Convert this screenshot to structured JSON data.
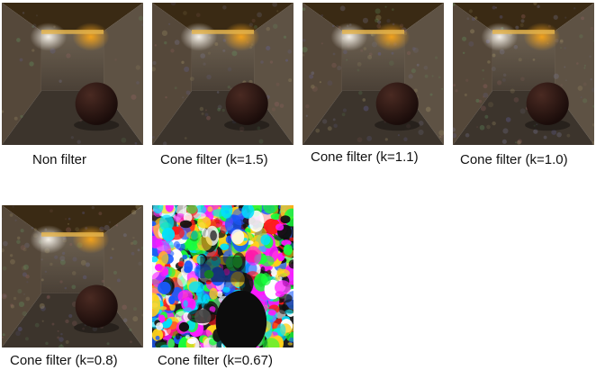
{
  "panels": [
    {
      "caption": "Non filter",
      "variant": "smooth",
      "noise": 0.15
    },
    {
      "caption": "Cone filter (k=1.5)",
      "variant": "smooth",
      "noise": 0.35
    },
    {
      "caption": "Cone filter (k=1.1)",
      "variant": "smooth",
      "noise": 0.45
    },
    {
      "caption": "Cone filter (k=1.0)",
      "variant": "smooth",
      "noise": 0.5
    },
    {
      "caption": "Cone filter (k=0.8)",
      "variant": "smooth",
      "noise": 0.6
    },
    {
      "caption": "Cone filter (k=0.67)",
      "variant": "noisy",
      "noise": 1.0
    }
  ],
  "colors": {
    "background": "#ffffff",
    "caption_text": "#111111",
    "ceiling": "#3a2a14",
    "light_white": "#f4f0e8",
    "light_amber": "#f2a21c",
    "walls": "#5a4d3e",
    "floor": "#3c342c",
    "sphere": "#1a0c0a"
  }
}
